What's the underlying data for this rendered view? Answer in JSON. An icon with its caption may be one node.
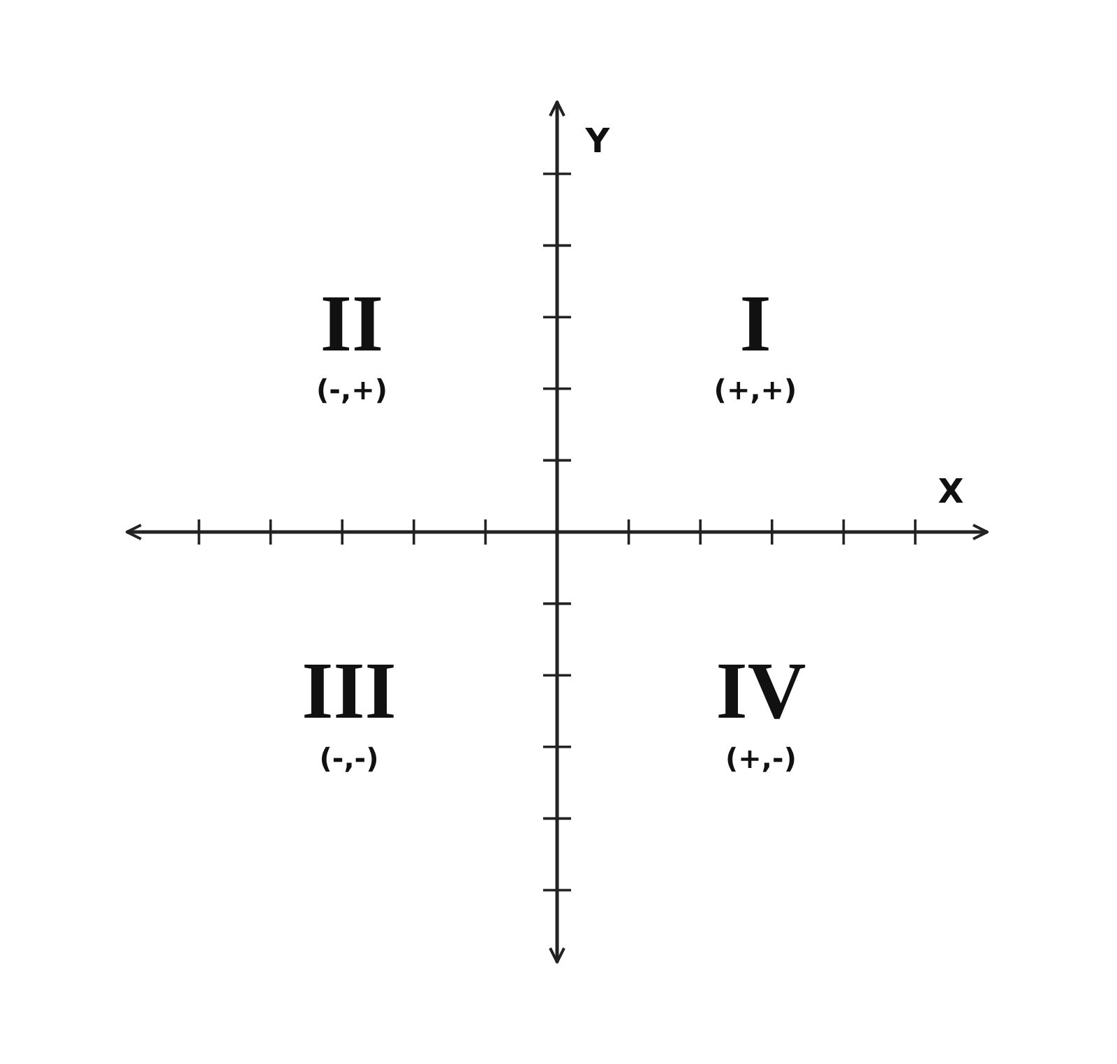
{
  "diagram": {
    "labels": [
      "Y",
      "II",
      "(-,+)",
      "I",
      "(+,+)",
      "X",
      "III",
      "(-,-)",
      "IV",
      "(+,-)"
    ]
  }
}
